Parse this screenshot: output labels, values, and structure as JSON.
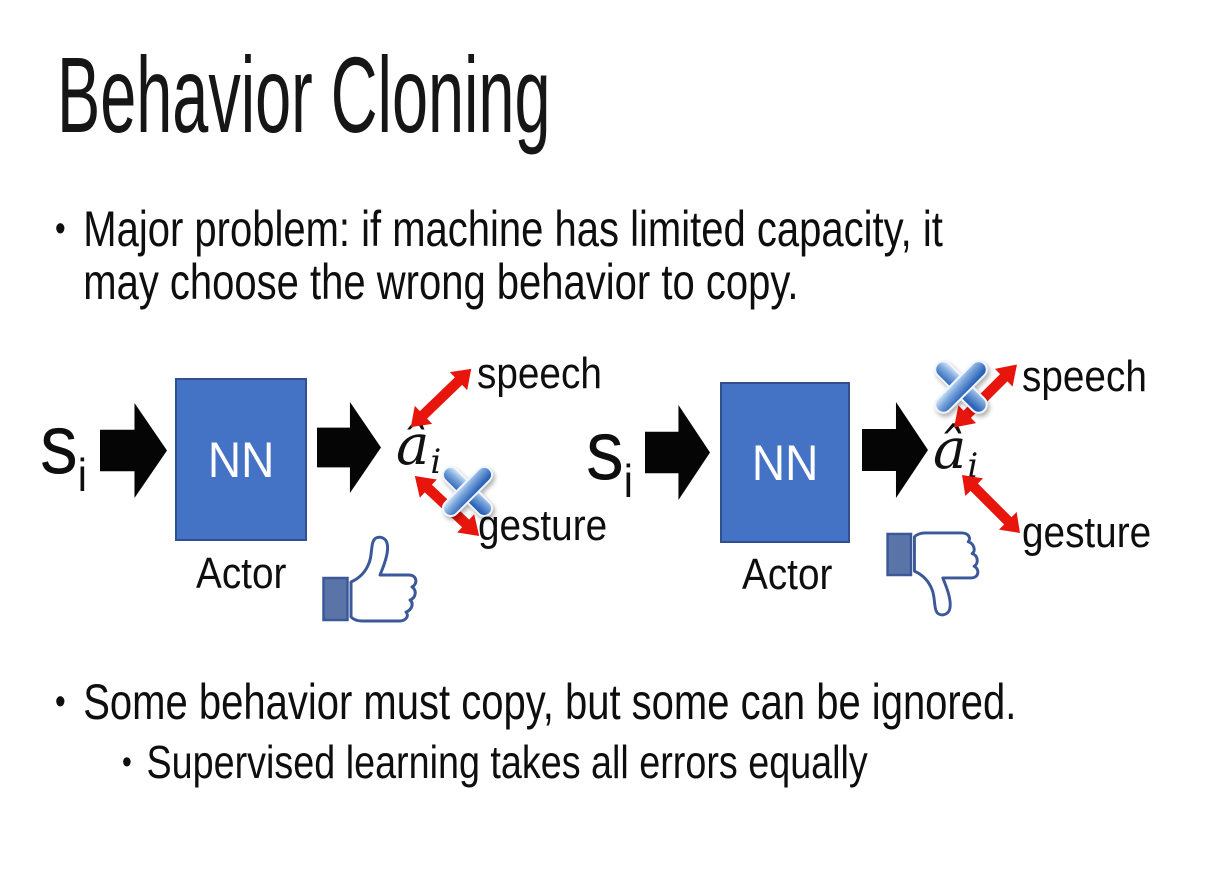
{
  "slide": {
    "title": "Behavior Cloning",
    "bullets": {
      "marker": "•",
      "b1_line1": "Major problem: if machine has limited capacity, it",
      "b1_line2": "may choose the wrong behavior to copy.",
      "b2": "Some behavior must copy, but some can be ignored.",
      "b2_sub": "Supervised learning takes all errors equally"
    },
    "diagram": {
      "input_label": "s",
      "input_sub": "i",
      "box_label": "NN",
      "box_caption": "Actor",
      "output_label": "â",
      "output_sub": "i",
      "speech_label": "speech",
      "gesture_label": "gesture"
    },
    "icons": {
      "left_mark": "thumbs-up-icon",
      "right_mark": "thumbs-down-icon",
      "cross": "blue-x-icon",
      "flow": "block-arrow-icon",
      "relation": "red-double-arrow-icon"
    },
    "colors": {
      "text": "#141414",
      "nn_fill": "#4472C4",
      "nn_border": "#2F528F",
      "arrow_black": "#050505",
      "arrow_red": "#E8150D",
      "x_blue_light": "#E6F1FC",
      "x_blue_mid": "#7EA9DD",
      "x_blue_dark": "#2A62B8",
      "thumb_outline": "#3B5998",
      "thumb_cuff": "#5B74A8"
    }
  }
}
